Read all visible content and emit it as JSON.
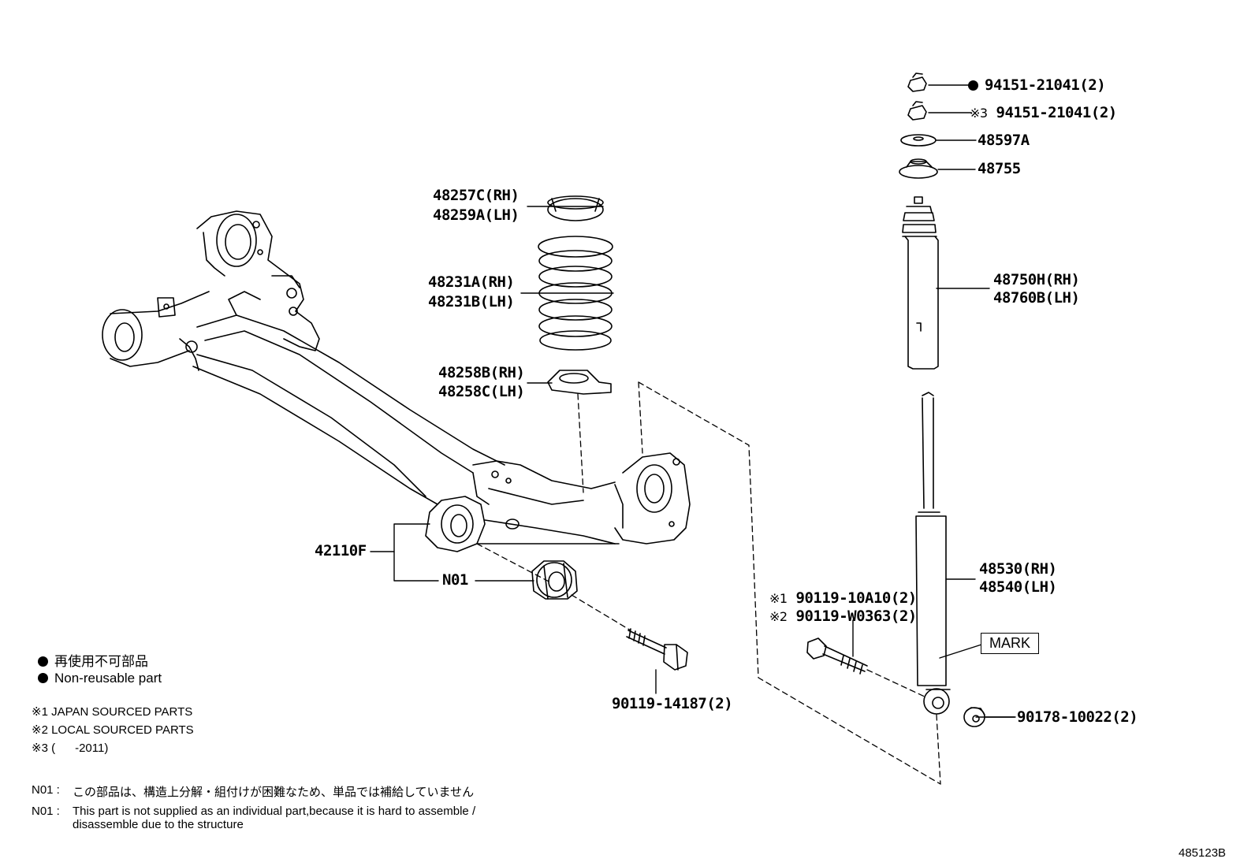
{
  "callouts": {
    "nut_nonreusable": "94151-21041(2)",
    "nut_2011": "94151-21041(2)",
    "nut_2011_prefix": "※3",
    "washer": "48597A",
    "mount": "48755",
    "upper_seat_rh": "48257C(RH)",
    "upper_seat_lh": "48259A(LH)",
    "spring_rh": "48231A(RH)",
    "spring_lh": "48231B(LH)",
    "lower_seat_rh": "48258B(RH)",
    "lower_seat_lh": "48258C(LH)",
    "bumper_rh": "48750H(RH)",
    "bumper_lh": "48760B(LH)",
    "axle_beam": "42110F",
    "bushing": "N01",
    "absorber_rh": "48530(RH)",
    "absorber_lh": "48540(LH)",
    "mark": "MARK",
    "bolt_1_prefix": "※1",
    "bolt_1": "90119-10A10(2)",
    "bolt_2_prefix": "※2",
    "bolt_2": "90119-W0363(2)",
    "bolt_beam": "90119-14187(2)",
    "nut_lower": "90178-10022(2)"
  },
  "legend": {
    "nonreusable_jp": "再使用不可部品",
    "nonreusable_en": "Non-reusable part",
    "note1": "※1 JAPAN SOURCED PARTS",
    "note2": "※2 LOCAL SOURCED PARTS",
    "note3": "※3 (      -2011)"
  },
  "footnotes": {
    "n01_label": "N01 :",
    "n01_jp": "この部品は、構造上分解・組付けが困難なため、単品では補給していません",
    "n01_en_line1": "This part is not supplied as an individual part,because it is hard to assemble /",
    "n01_en_line2": "disassemble due to the structure"
  },
  "figure_id": "485123B"
}
